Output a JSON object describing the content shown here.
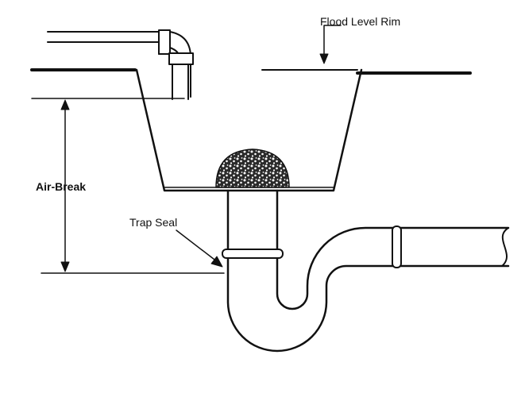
{
  "labels": {
    "flood_level_rim": "Flood Level Rim",
    "air_break": "Air-Break",
    "trap_seal": "Trap Seal"
  },
  "colors": {
    "line": "#111111",
    "background": "#ffffff",
    "strainer_fill": "#222222"
  }
}
